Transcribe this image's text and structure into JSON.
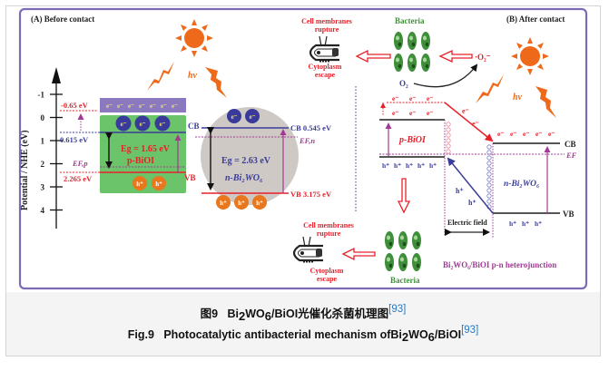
{
  "figure": {
    "panel_a": {
      "title": "(A) Before contact",
      "y_axis_label": "Potential / NHE (eV)",
      "y_ticks": [
        "-1",
        "0",
        "1",
        "2",
        "3",
        "4"
      ],
      "hv": "hv",
      "biooi": {
        "label": "p-BiOI",
        "eg": "Eg = 1.65 eV",
        "cb_label": "CB",
        "vb_label": "VB",
        "upper_level": "-0.65 eV",
        "cb_value": "0.615 eV",
        "vb_value": "2.265 eV",
        "fermi": "EF,p",
        "electron": "e⁻",
        "hole": "h⁺"
      },
      "bi2wo6": {
        "label": "n-Bi₂WO₆",
        "eg": "Eg = 2.63 eV",
        "cb_label": "CB  0.545 eV",
        "vb_label": "VB  3.175 eV",
        "fermi": "EF,n"
      }
    },
    "panel_b": {
      "title": "(B) After contact",
      "hv": "hv",
      "o2": "O₂",
      "superoxide": "·O₂⁻",
      "bacteria_label": "Bacteria",
      "cell_rupture": "Cell membranes rupture",
      "cell_rupture_line1": "Cell membranes",
      "cell_rupture_line2": "rupture",
      "cytoplasm_line1": "Cytoplasm",
      "cytoplasm_line2": "escape",
      "p_label": "p-BiOI",
      "n_label": "n-Bi₂WO₆",
      "cb_label": "CB",
      "vb_label": "VB",
      "fermi": "EF",
      "electric_field": "Electric field",
      "heterojunction": "Bi₂WO₆/BiOI p-n heterojunction",
      "electron": "e⁻",
      "hole": "h⁺"
    }
  },
  "caption": {
    "cn_prefix": "图9",
    "cn_formula_a": "Bi",
    "cn_formula_sub1": "2",
    "cn_formula_b": "WO",
    "cn_formula_sub2": "6",
    "cn_formula_c": "/BiOI光催化杀菌机理图",
    "cn_ref": "[93]",
    "en_prefix": "Fig.9",
    "en_text": "Photocatalytic antibacterial mechanism of",
    "en_formula_a": "Bi",
    "en_formula_sub1": "2",
    "en_formula_b": "WO",
    "en_formula_sub2": "6",
    "en_formula_c": "/BiOI",
    "en_ref": "[93]"
  },
  "colors": {
    "border_purple": "#7d6bb5",
    "red": "#e8202a",
    "blue": "#3a3c9a",
    "magenta": "#a23a94",
    "green_box": "#6cc46a",
    "purple_box": "#8a79bf",
    "sun": "#ee6a1a",
    "bacteria": "#3f8f3a",
    "gray_circle": "#cfc9c6",
    "ref_blue": "#2a78c2"
  }
}
